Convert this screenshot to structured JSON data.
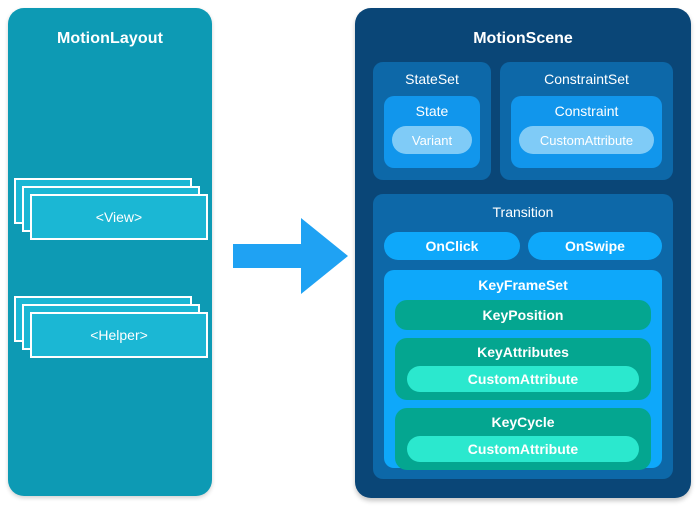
{
  "diagram": {
    "title": "MotionLayout / MotionScene structure diagram",
    "colors": {
      "motionlayout_bg": "#0D9AB4",
      "motionlayout_card": "#1BB7D4",
      "motionscene_bg": "#0A4677",
      "set_bg": "#0D68A8",
      "item_bg": "#1196EC",
      "pill_bg": "#0EA8FA",
      "sub_bg": "#7FCBF7",
      "key_bg": "#04A690",
      "key_sub_bg": "#2BE8CE",
      "arrow": "#1FA2F3"
    }
  },
  "left_panel": {
    "title": "MotionLayout",
    "stacks": [
      {
        "label": "<View>",
        "count": 3
      },
      {
        "label": "<Helper>",
        "count": 3
      }
    ]
  },
  "arrow": {
    "icon": "arrow-right-icon",
    "direction": "right",
    "color": "#1FA2F3"
  },
  "right_panel": {
    "title": "MotionScene",
    "state_set": {
      "title": "StateSet",
      "state": {
        "title": "State",
        "variant": "Variant"
      }
    },
    "constraint_set": {
      "title": "ConstraintSet",
      "constraint": {
        "title": "Constraint",
        "custom_attribute": "CustomAttribute"
      }
    },
    "transition": {
      "title": "Transition",
      "on_click": "OnClick",
      "on_swipe": "OnSwipe",
      "key_frame_set": {
        "title": "KeyFrameSet",
        "key_position": "KeyPosition",
        "key_attributes": {
          "title": "KeyAttributes",
          "custom_attribute": "CustomAttribute"
        },
        "key_cycle": {
          "title": "KeyCycle",
          "custom_attribute": "CustomAttribute"
        }
      }
    }
  }
}
